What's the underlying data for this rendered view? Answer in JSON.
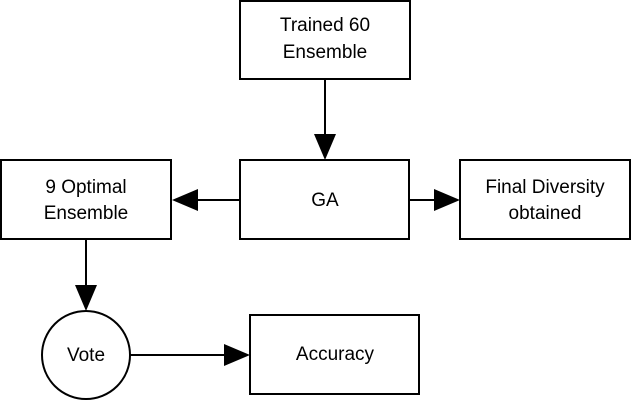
{
  "diagram": {
    "nodes": {
      "trained": {
        "line1": "Trained 60",
        "line2": "Ensemble"
      },
      "ga": {
        "label": "GA"
      },
      "optimal": {
        "line1": "9 Optimal",
        "line2": "Ensemble"
      },
      "diversity": {
        "line1": "Final Diversity",
        "line2": "obtained"
      },
      "vote": {
        "label": "Vote"
      },
      "accuracy": {
        "label": "Accuracy"
      }
    },
    "edges": [
      {
        "from": "Trained 60 Ensemble",
        "to": "GA"
      },
      {
        "from": "GA",
        "to": "9 Optimal Ensemble"
      },
      {
        "from": "GA",
        "to": "Final Diversity obtained"
      },
      {
        "from": "9 Optimal Ensemble",
        "to": "Vote"
      },
      {
        "from": "Vote",
        "to": "Accuracy"
      }
    ],
    "colors": {
      "stroke": "#000000",
      "fill": "#ffffff",
      "text": "#000000"
    }
  }
}
